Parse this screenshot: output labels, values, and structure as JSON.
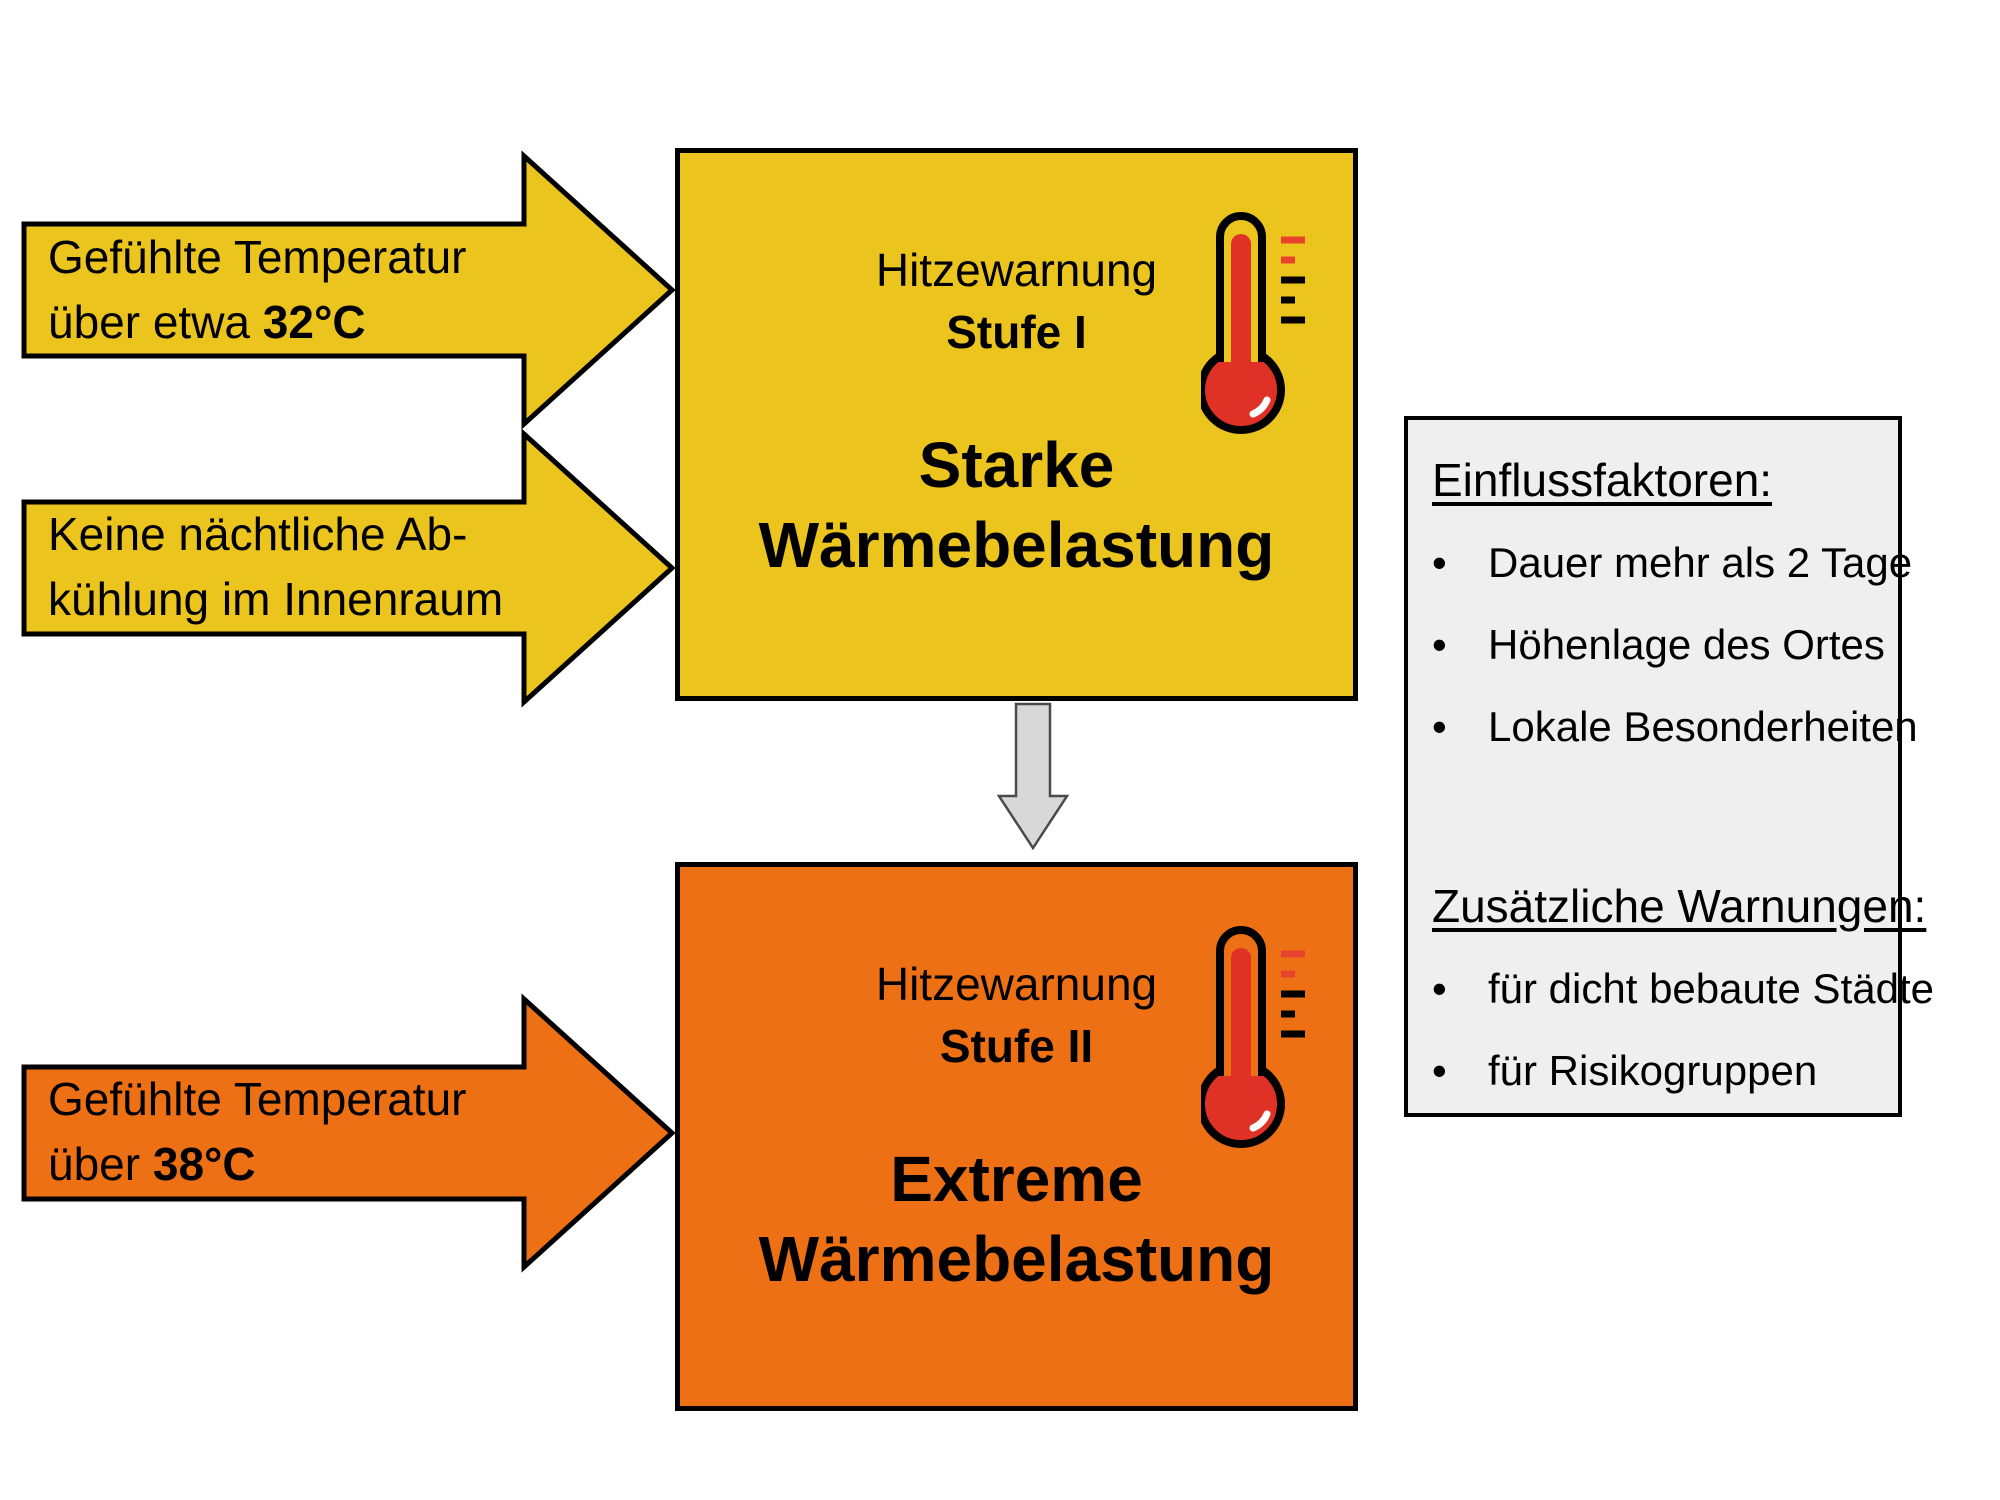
{
  "colors": {
    "yellow": "#ECC41E",
    "orange": "#ED7014",
    "thermo-red": "#E03127",
    "tick-red": "#E8432D",
    "panel-gray": "#EFEFEF",
    "arrow-gray": "#D8D8D8"
  },
  "arrows": {
    "temp32": {
      "line1": "Gefühlte Temperatur",
      "line2_prefix": "über etwa ",
      "line2_bold": "32°C"
    },
    "night": {
      "line1": "Keine nächtliche Ab-",
      "line2": "kühlung im Innenraum"
    },
    "temp38": {
      "line1": "Gefühlte Temperatur",
      "line2_prefix": "über ",
      "line2_bold": "38°C"
    }
  },
  "boxes": {
    "stufe1": {
      "heading": "Hitzewarnung",
      "level": "Stufe I",
      "title1": "Starke",
      "title2": "Wärmebelastung"
    },
    "stufe2": {
      "heading": "Hitzewarnung",
      "level": "Stufe II",
      "title1": "Extreme",
      "title2": "Wärmebelastung"
    }
  },
  "panel": {
    "bullet_marker": "•",
    "section1": {
      "heading": "Einflussfaktoren:",
      "bullet1": "Dauer mehr als 2 Tage",
      "bullet2": "Höhenlage des Ortes",
      "bullet3": "Lokale Besonderheiten"
    },
    "section2": {
      "heading": "Zusätzliche Warnungen:",
      "bullet1": "für dicht bebaute Städte",
      "bullet2": "für Risikogruppen"
    }
  }
}
